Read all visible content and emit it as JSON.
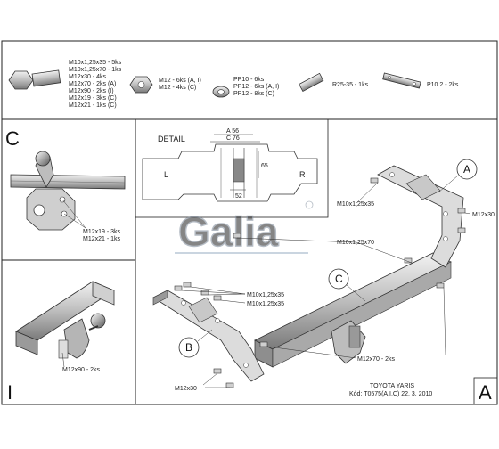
{
  "parts": {
    "bolts": [
      "M10x1,25x35 - 5ks",
      "M10x1,25x70 - 1ks",
      "M12x30 - 4ks",
      "M12x70 - 2ks (A)",
      "M12x90 - 2ks (I)",
      "M12x19 - 3ks (C)",
      "M12x21 - 1ks (C)"
    ],
    "nuts": [
      "M12 - 6ks (A, I)",
      "M12 - 4ks (C)"
    ],
    "washers": [
      "PP10 - 6ks",
      "PP12 - 6ks (A, I)",
      "PP12 - 8ks (C)"
    ],
    "spacer": "R25-35 - 1ks",
    "plate": "P10 2 - 2ks"
  },
  "sections": {
    "c_label": "C",
    "i_label": "I",
    "a_label": "A"
  },
  "detail": {
    "title": "DETAIL",
    "dim_a": "A 56",
    "dim_c": "C 76",
    "dim_65": "65",
    "dim_52": "52",
    "left": "L",
    "right": "R"
  },
  "logo": "Galia",
  "callouts": {
    "c_view": [
      "M12x19 - 3ks",
      "M12x21 - 1ks"
    ],
    "i_view": "M12x90 - 2ks",
    "main_m10x35": "M10x1,25x35",
    "main_m10x35_b": "M10x1,25x35",
    "main_m12x30_top": "M12x30",
    "main_m10x70": "M10x1,25x70",
    "main_m12x30_bottom": "M12x30",
    "main_m12x70": "M12x70 - 2ks",
    "bubble_a": "A",
    "bubble_b": "B",
    "bubble_c": "C"
  },
  "footer": {
    "model": "TOYOTA YARIS",
    "code": "Kód: T0575(A,I,C)  22. 3. 2010"
  }
}
